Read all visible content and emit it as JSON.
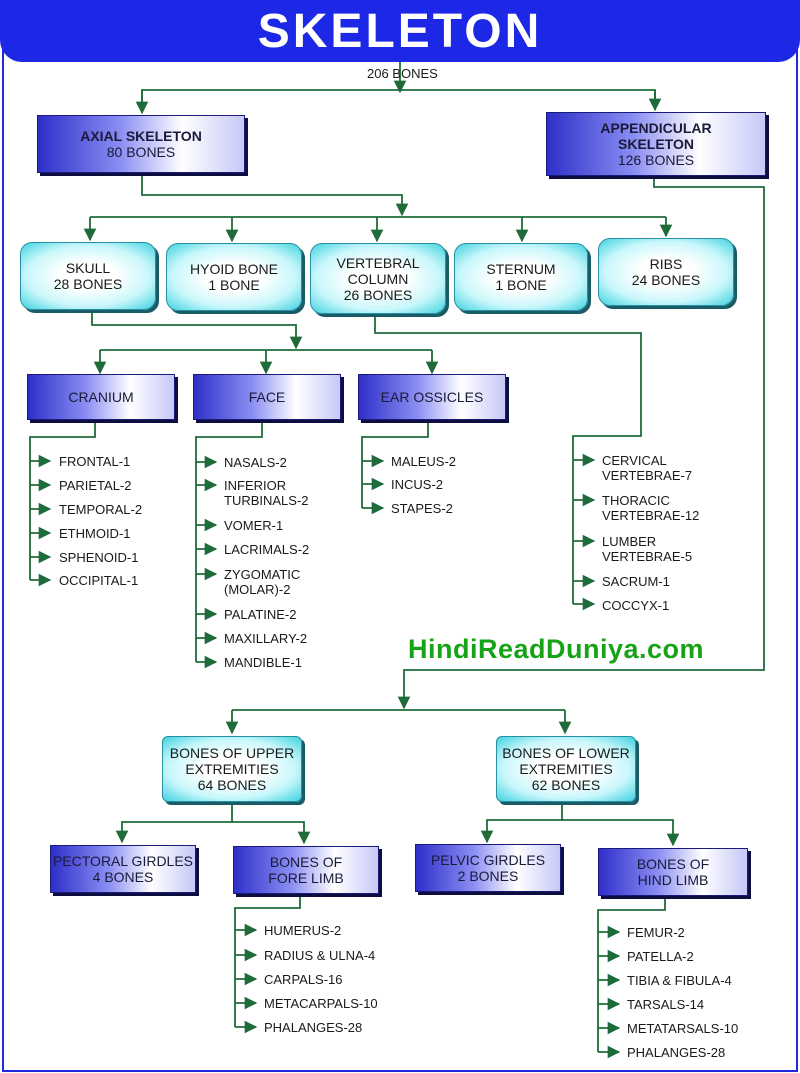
{
  "title": "SKELETON",
  "total": "206  BONES",
  "watermark": "HindiReadDuniya.com",
  "colors": {
    "title_bg": "#1c28e6",
    "arrow": "#1f6b3a",
    "watermark": "#17a316"
  },
  "axial": {
    "l1": "AXIAL SKELETON",
    "l2": "80 BONES"
  },
  "appendicular": {
    "l1": "APPENDICULAR",
    "l2": "SKELETON",
    "l3": "126 BONES"
  },
  "skull": {
    "l1": "SKULL",
    "l2": "28 BONES"
  },
  "hyoid": {
    "l1": "HYOID BONE",
    "l2": "1 BONE"
  },
  "vertebral": {
    "l1": "VERTEBRAL",
    "l2": "COLUMN",
    "l3": "26 BONES"
  },
  "sternum": {
    "l1": "STERNUM",
    "l2": "1 BONE"
  },
  "ribs": {
    "l1": "RIBS",
    "l2": "24 BONES"
  },
  "cranium": {
    "label": "CRANIUM",
    "items": [
      "FRONTAL-1",
      "PARIETAL-2",
      "TEMPORAL-2",
      "ETHMOID-1",
      "SPHENOID-1",
      "OCCIPITAL-1"
    ]
  },
  "face": {
    "label": "FACE",
    "items": [
      "NASALS-2",
      "INFERIOR",
      "TURBINALS-2",
      "VOMER-1",
      "LACRIMALS-2",
      "ZYGOMATIC",
      "(MOLAR)-2",
      "PALATINE-2",
      "MAXILLARY-2",
      "MANDIBLE-1"
    ]
  },
  "ear": {
    "label": "EAR OSSICLES",
    "items": [
      "MALEUS-2",
      "INCUS-2",
      "STAPES-2"
    ]
  },
  "vertebrae": {
    "items": [
      "CERVICAL",
      "VERTEBRAE-7",
      "THORACIC",
      "VERTEBRAE-12",
      "LUMBER",
      "VERTEBRAE-5",
      "SACRUM-1",
      "COCCYX-1"
    ]
  },
  "upper": {
    "l1": "BONES OF UPPER",
    "l2": "EXTREMITIES",
    "l3": "64 BONES"
  },
  "lower": {
    "l1": "BONES OF LOWER",
    "l2": "EXTREMITIES",
    "l3": "62 BONES"
  },
  "pectoral": {
    "l1": "PECTORAL GIRDLES",
    "l2": "4 BONES"
  },
  "forelimb": {
    "l1": "BONES OF",
    "l2": "FORE LIMB",
    "items": [
      "HUMERUS-2",
      "RADIUS & ULNA-4",
      "CARPALS-16",
      "METACARPALS-10",
      "PHALANGES-28"
    ]
  },
  "pelvic": {
    "l1": "PELVIC GIRDLES",
    "l2": "2 BONES"
  },
  "hindlimb": {
    "l1": "BONES OF",
    "l2": "HIND LIMB",
    "items": [
      "FEMUR-2",
      "PATELLA-2",
      "TIBIA & FIBULA-4",
      "TARSALS-14",
      "METATARSALS-10",
      "PHALANGES-28"
    ]
  }
}
